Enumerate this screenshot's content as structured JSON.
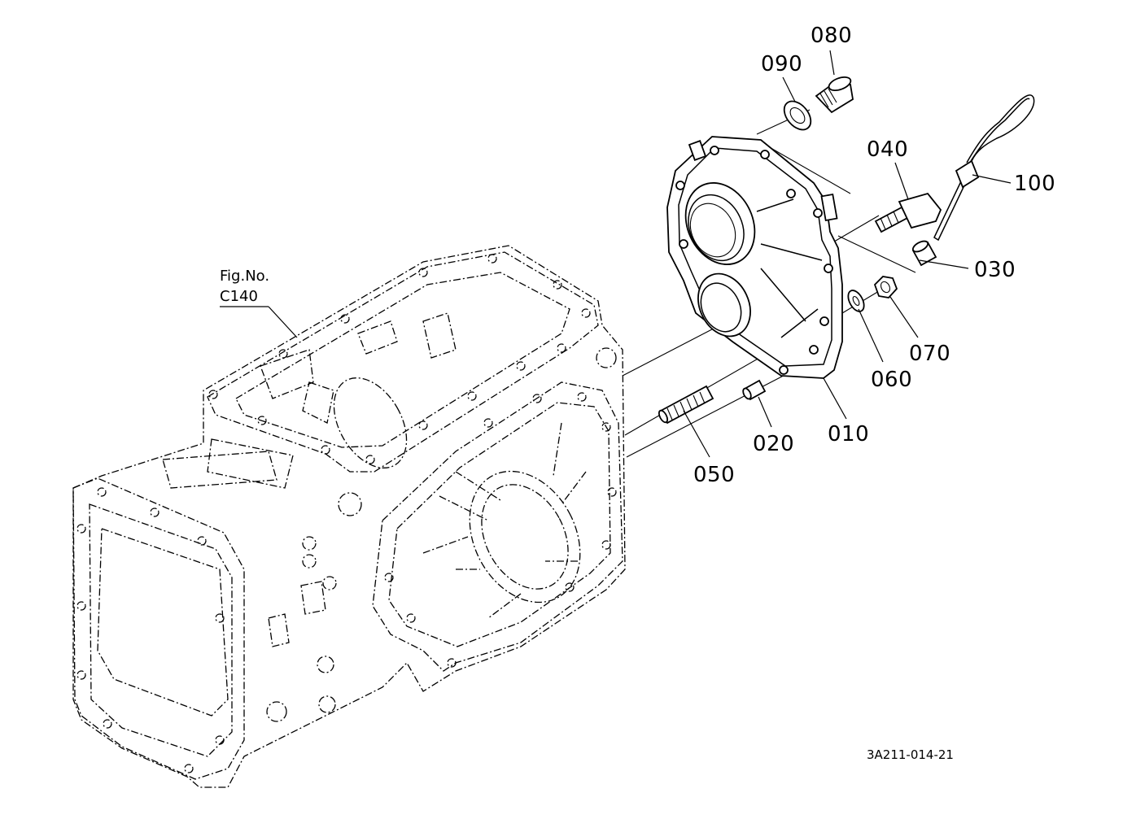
{
  "diagram": {
    "figure_reference": {
      "line1": "Fig.No.",
      "line2": "C140"
    },
    "drawing_code": "3A211-014-21",
    "callouts": [
      {
        "id": "010",
        "label": "010"
      },
      {
        "id": "020",
        "label": "020"
      },
      {
        "id": "030",
        "label": "030"
      },
      {
        "id": "040",
        "label": "040"
      },
      {
        "id": "050",
        "label": "050"
      },
      {
        "id": "060",
        "label": "060"
      },
      {
        "id": "070",
        "label": "070"
      },
      {
        "id": "080",
        "label": "080"
      },
      {
        "id": "090",
        "label": "090"
      },
      {
        "id": "100",
        "label": "100"
      }
    ]
  }
}
